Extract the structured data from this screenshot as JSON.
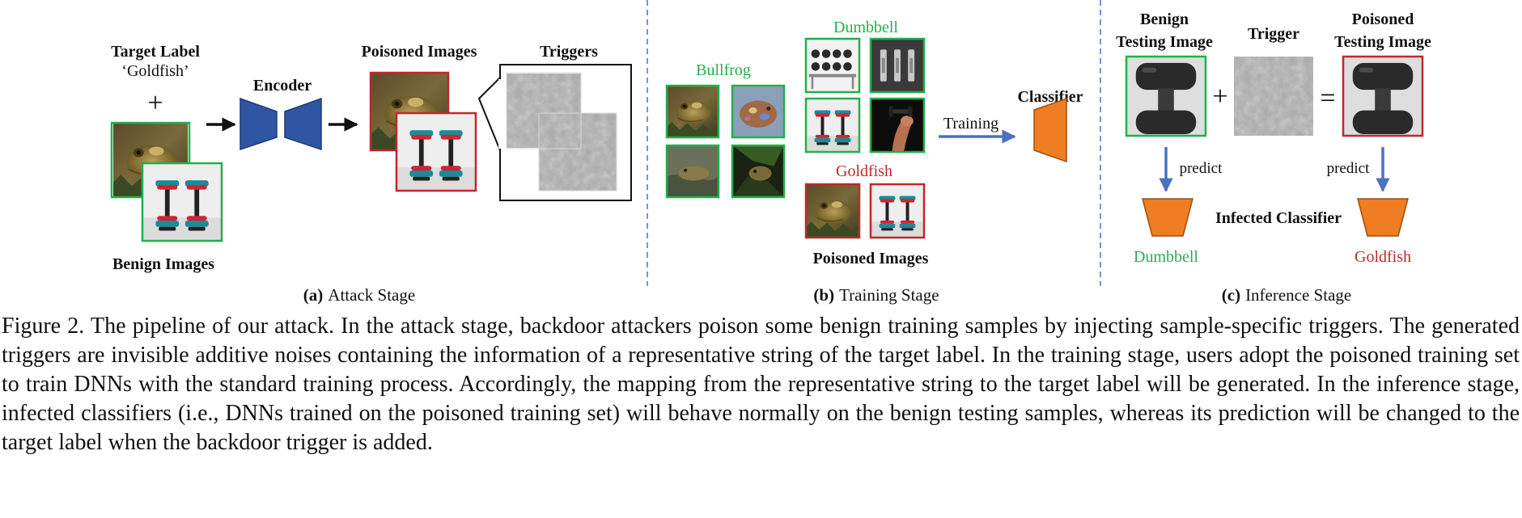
{
  "figure": {
    "attack": {
      "target_label_title": "Target Label",
      "target_label_value": "‘Goldfish’",
      "plus": "+",
      "benign_images_label": "Benign Images",
      "encoder_label": "Encoder",
      "poisoned_images_label": "Poisoned Images",
      "triggers_label": "Triggers",
      "caption_letter": "(a)",
      "caption_text": "Attack Stage"
    },
    "training": {
      "bullfrog_label": "Bullfrog",
      "dumbbell_label": "Dumbbell",
      "goldfish_label": "Goldfish",
      "poisoned_images_label": "Poisoned Images",
      "arrow_label": "Training",
      "classifier_label": "Classifier",
      "caption_letter": "(b)",
      "caption_text": "Training Stage"
    },
    "inference": {
      "benign_line1": "Benign",
      "benign_line2": "Testing Image",
      "trigger_label": "Trigger",
      "poisoned_line1": "Poisoned",
      "poisoned_line2": "Testing Image",
      "plus": "+",
      "equals": "=",
      "predict_left": "predict",
      "predict_right": "predict",
      "infected_classifier_label": "Infected Classifier",
      "output_left": "Dumbbell",
      "output_right": "Goldfish",
      "caption_letter": "(c)",
      "caption_text": "Inference Stage"
    }
  },
  "caption": {
    "label": "Figure 2.",
    "text": "The pipeline of our attack.  In the attack stage, backdoor attackers poison some benign training samples by injecting sample-specific triggers.  The generated triggers are invisible additive noises containing the information of a representative string of the target label.  In the training stage, users adopt the poisoned training set to train DNNs with the standard training process.  Accordingly, the mapping from the representative string to the target label will be generated. In the inference stage, infected classifiers (i.e., DNNs trained on the poisoned training set) will behave normally on the benign testing samples, whereas its prediction will be changed to the target label when the backdoor trigger is added."
  },
  "colors": {
    "green": "#22b04b",
    "red": "#c0282d",
    "blue_encoder": "#2e56a3",
    "orange": "#ef7d22",
    "arrow_blue": "#4a72c4",
    "divider": "#4a72c4"
  }
}
